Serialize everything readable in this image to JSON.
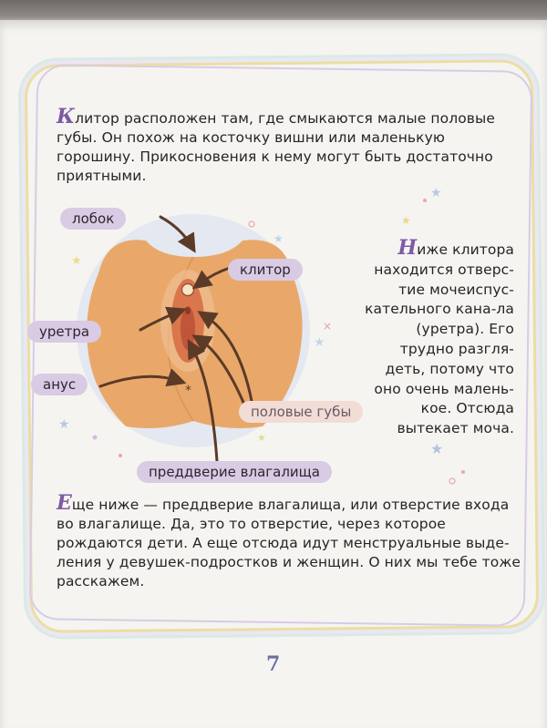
{
  "paragraph1": {
    "initial": "К",
    "text": "литор расположен там, где смыкаются малые половые губы. Он похож на косточку вишни или маленькую горошину. Прикосновения к нему могут быть достаточно приятными."
  },
  "paragraph2": {
    "initial": "Н",
    "text": "иже клитора находится отверс-тие мочеиспус-кательного кана-ла (уретра). Его трудно разгля-деть, потому что оно очень малень-кое. Отсюда вытекает моча."
  },
  "paragraph3": {
    "initial": "Е",
    "text": "ще ниже — преддверие влагалища, или отверстие входа во влагалище. Да, это то отверстие, через которое рождаются дети. А еще отсюда идут менструальные выде-ления у девушек-подростков и женщин. О них мы тебе тоже расскажем."
  },
  "labels": {
    "pubis": "лобок",
    "clitoris": "клитор",
    "urethra": "уретра",
    "anus": "анус",
    "labia": "половые губы",
    "vestibule": "преддверие влагалища"
  },
  "page_number": "7",
  "colors": {
    "label_bg": "#d9cbe3",
    "skin": "#e9a86a",
    "labia": "#d9764b",
    "frame": "#e7e0a3",
    "accent": "#7c5aa6"
  }
}
